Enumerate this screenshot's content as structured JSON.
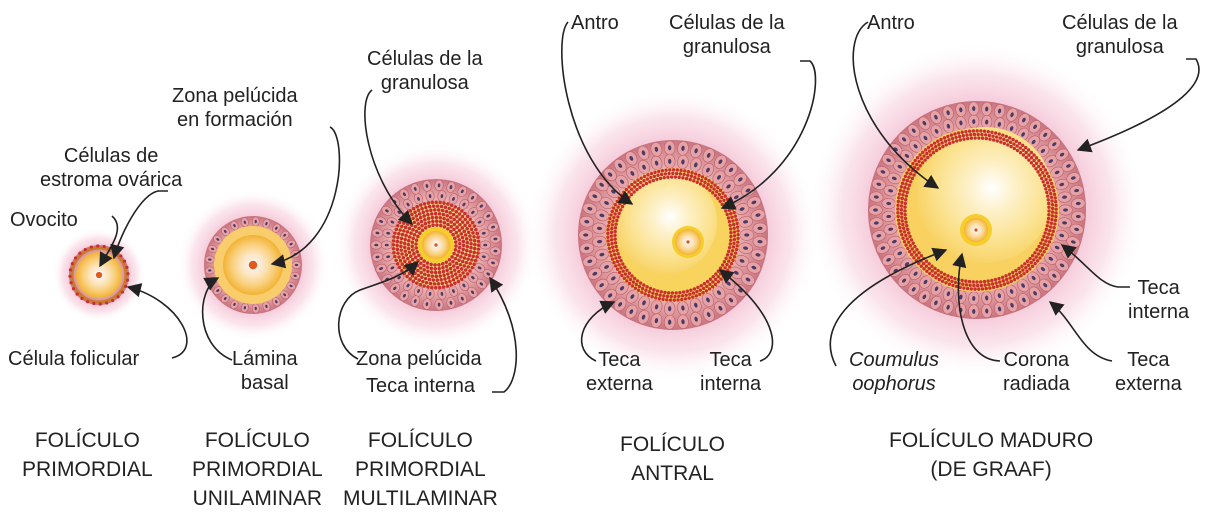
{
  "colors": {
    "glow": "#f2b6cc",
    "theca_externa": "#c9707c",
    "theca_cell": "#e7a2a6",
    "theca_nucleus": "#4a3a66",
    "granulosa_dot": "#c8302f",
    "zona_pellucida": "#f6cd2a",
    "antrum_fluid": "#fbe49b",
    "oocyte_core": "#e25b1d",
    "leader_line": "#222222"
  },
  "labels": {
    "celulas_estroma": "Células de\nestroma ovárica",
    "ovocito": "Ovocito",
    "celula_folicular": "Célula folicular",
    "zona_pelucida_formacion": "Zona pelúcida\nen formación",
    "lamina_basal": "Lámina\nbasal",
    "celulas_granulosa_1": "Células de la\ngranulosa",
    "zona_pelucida": "Zona pelúcida",
    "teca_interna_1": "Teca interna",
    "antro_1": "Antro",
    "celulas_granulosa_2": "Células de la\ngranulosa",
    "teca_externa_1": "Teca\nexterna",
    "teca_interna_2": "Teca\ninterna",
    "antro_2": "Antro",
    "celulas_granulosa_3": "Células de la\ngranulosa",
    "teca_interna_3": "Teca\ninterna",
    "coumulus": "Coumulus\noophorus",
    "corona_radiada": "Corona\nradiada",
    "teca_externa_2": "Teca\nexterna"
  },
  "stages": [
    {
      "lines": [
        "FOLÍCULO",
        "PRIMORDIAL"
      ]
    },
    {
      "lines": [
        "FOLÍCULO",
        "PRIMORDIAL",
        "UNILAMINAR"
      ]
    },
    {
      "lines": [
        "FOLÍCULO",
        "PRIMORDIAL",
        "MULTILAMINAR"
      ]
    },
    {
      "lines": [
        "FOLÍCULO",
        "ANTRAL"
      ]
    },
    {
      "lines": [
        "FOLÍCULO MADURO",
        "(DE GRAAF)"
      ]
    }
  ]
}
